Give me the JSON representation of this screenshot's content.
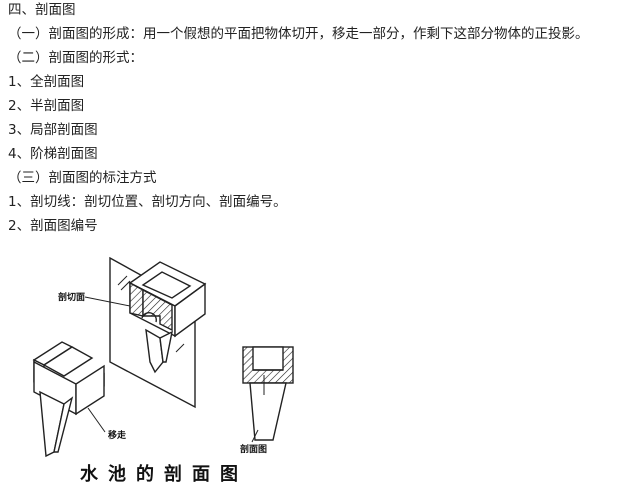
{
  "text_lines": [
    "四、剖面图",
    "（一）剖面图的形成：用一个假想的平面把物体切开，移走一部分，作剩下这部分物体的正投影。",
    "（二）剖面图的形式：",
    "1、全剖面图",
    "2、半剖面图",
    "3、局部剖面图",
    "4、阶梯剖面图",
    "（三）剖面图的标注方式",
    "1、剖切线：剖切位置、剖切方向、剖面编号。",
    "2、剖面图编号"
  ],
  "figure": {
    "label_cut_plane": "剖切面",
    "label_remove": "移走",
    "label_section_view": "剖面图",
    "caption": "水池的剖面图"
  }
}
